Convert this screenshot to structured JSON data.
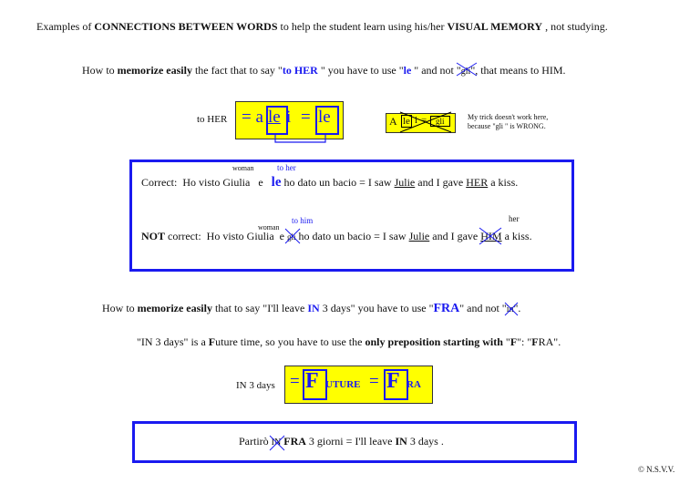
{
  "title": {
    "pre": "Examples of ",
    "bold1": "CONNECTIONS BETWEEN WORDS",
    "mid": " to help the student learn using his/her ",
    "bold2": "VISUAL MEMORY",
    "post": " , not studying."
  },
  "sec1": {
    "intro_pre": "How to ",
    "intro_bold": "memorize easily",
    "intro_mid": " the fact that to say \"",
    "intro_blue": "to HER",
    "intro_mid2": " \" you have to use \"",
    "intro_le": "le",
    "intro_mid3": " \" and not \"",
    "intro_gli": "gli",
    "intro_post": "\", that means to HIM.",
    "to_her_label": "to HER",
    "formula": {
      "eq1": "= a",
      "le1": "le",
      "i": "i",
      "eq2": "=",
      "le2": "le"
    },
    "wrong": {
      "a": "A",
      "le": "le",
      "i": "i",
      "eq": "=",
      "gli": "gli"
    },
    "trick_note_1": "My trick doesn't work here,",
    "trick_note_2": "because \"gli \" is  WRONG.",
    "correct": {
      "label": "Correct:",
      "ho_visto": "Ho visto",
      "giulia": "Giulia",
      "woman": "woman",
      "e": "e",
      "to_her": "to her",
      "le": "le",
      "rest": "ho dato un bacio  =  I  saw ",
      "julie": "Julie",
      "and": " and I gave ",
      "her": "HER",
      "kiss": " a kiss."
    },
    "incorrect": {
      "not": "NOT",
      "label": " correct:",
      "ho_visto": "Ho visto",
      "giulia": "Giulia",
      "woman": "woman",
      "e": "e",
      "to_him": "to him",
      "gli": "gli",
      "rest": "ho dato un bacio  =  I  saw ",
      "julie": "Julie",
      "and": " and I gave ",
      "him": "HIM",
      "her_above": "her",
      "kiss": " a kiss."
    }
  },
  "sec2": {
    "intro_pre": "How to ",
    "intro_bold": "memorize easily",
    "intro_mid": " that to say \"I'll leave ",
    "intro_in": "IN",
    "intro_mid2": " 3 days\" you have to use \"",
    "intro_fra": "FRA",
    "intro_mid3": "\" and not \"",
    "intro_not": "in",
    "intro_post": "\".",
    "line2_pre": "\"IN 3 days\" is a ",
    "line2_F": "F",
    "line2_mid": "uture time,  so you have to use the ",
    "line2_bold": "only preposition starting with",
    "line2_q": " \"",
    "line2_F2": "F",
    "line2_q2": "\": \"",
    "line2_F3": "F",
    "line2_post": "RA\".",
    "in3_label": "IN 3 days",
    "formula": {
      "eq1": "=",
      "F1": "F",
      "uture": "UTURE",
      "eq2": "=",
      "F2": "F",
      "ra": "RA"
    },
    "example": {
      "partiro": "Partirò ",
      "in": "IN",
      "fra": " FRA",
      "rest": " 3 giorni  = I'll leave ",
      "in2": "IN",
      "rest2": " 3 days ."
    }
  },
  "copyright": "© N.S.V.V."
}
